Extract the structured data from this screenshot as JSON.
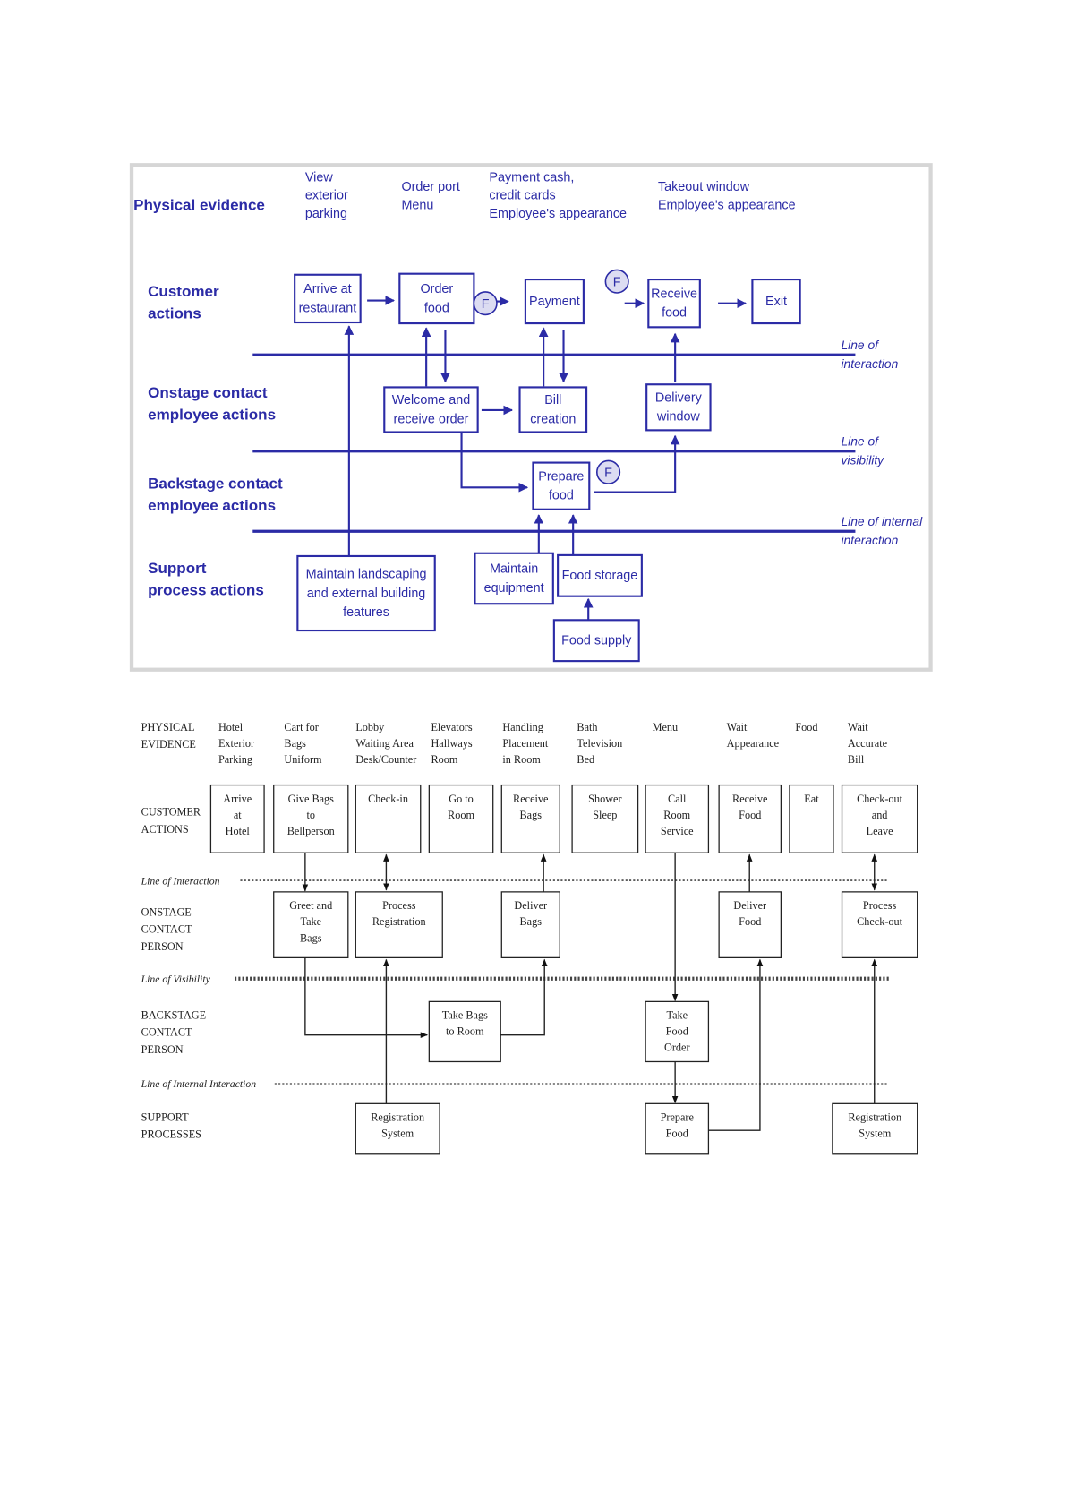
{
  "restaurant_blueprint": {
    "accent_color": "#2b2ba6",
    "physical_evidence_label": "Physical evidence",
    "physical_evidence": [
      [
        "View",
        "exterior",
        "parking"
      ],
      [
        "Order port",
        "Menu"
      ],
      [
        "Payment cash,",
        "credit cards",
        "Employee's appearance"
      ],
      [
        "Takeout window",
        "Employee's appearance"
      ]
    ],
    "lanes": [
      [
        "Customer",
        "actions"
      ],
      [
        "Onstage contact",
        "employee actions"
      ],
      [
        "Backstage contact",
        "employee actions"
      ],
      [
        "Support",
        "process actions"
      ]
    ],
    "lines": [
      [
        "Line of",
        "interaction"
      ],
      [
        "Line of",
        "visibility"
      ],
      [
        "Line of internal",
        "interaction"
      ]
    ],
    "fail_point_label": "F",
    "boxes": {
      "arrive": [
        "Arrive at",
        "restaurant"
      ],
      "order": [
        "Order",
        "food"
      ],
      "payment": [
        "Payment"
      ],
      "receive": [
        "Receive",
        "food"
      ],
      "exit": [
        "Exit"
      ],
      "welcome": [
        "Welcome and",
        "receive order"
      ],
      "bill": [
        "Bill",
        "creation"
      ],
      "delivery": [
        "Delivery",
        "window"
      ],
      "prepare": [
        "Prepare",
        "food"
      ],
      "landscaping": [
        "Maintain landscaping",
        "and external building",
        "features"
      ],
      "equipment": [
        "Maintain",
        "equipment"
      ],
      "storage": [
        "Food storage"
      ],
      "supply": [
        "Food supply"
      ]
    }
  },
  "hotel_blueprint": {
    "lanes": [
      [
        "PHYSICAL",
        "EVIDENCE"
      ],
      [
        "CUSTOMER",
        "ACTIONS"
      ],
      [
        "ONSTAGE",
        "CONTACT",
        "PERSON"
      ],
      [
        "BACKSTAGE",
        "CONTACT",
        "PERSON"
      ],
      [
        "SUPPORT",
        "PROCESSES"
      ]
    ],
    "physical_evidence": [
      [
        "Hotel",
        "Exterior",
        "Parking"
      ],
      [
        "Cart for",
        "Bags",
        "Uniform"
      ],
      [
        "Lobby",
        "Waiting Area",
        "Desk/Counter"
      ],
      [
        "Elevators",
        "Hallways",
        "Room"
      ],
      [
        "Handling",
        "Placement",
        "in Room"
      ],
      [
        "Bath",
        "Television",
        "Bed"
      ],
      [
        "Menu"
      ],
      [
        "Wait",
        "Appearance"
      ],
      [
        "Food"
      ],
      [
        "Wait",
        "Accurate",
        "Bill"
      ]
    ],
    "lines": [
      "Line of Interaction",
      "Line of Visibility",
      "Line of Internal Interaction"
    ],
    "boxes": {
      "arrive": [
        "Arrive",
        "at",
        "Hotel"
      ],
      "give_bags": [
        "Give Bags",
        "to",
        "Bellperson"
      ],
      "checkin": [
        "Check-in"
      ],
      "go_room": [
        "Go to",
        "Room"
      ],
      "receive_bags": [
        "Receive",
        "Bags"
      ],
      "shower": [
        "Shower",
        "Sleep"
      ],
      "call_service": [
        "Call",
        "Room",
        "Service"
      ],
      "receive_food": [
        "Receive",
        "Food"
      ],
      "eat": [
        "Eat"
      ],
      "checkout": [
        "Check-out",
        "and",
        "Leave"
      ],
      "greet": [
        "Greet and",
        "Take",
        "Bags"
      ],
      "process_reg": [
        "Process",
        "Registration"
      ],
      "deliver_bags": [
        "Deliver",
        "Bags"
      ],
      "deliver_food": [
        "Deliver",
        "Food"
      ],
      "process_checkout": [
        "Process",
        "Check-out"
      ],
      "take_bags": [
        "Take Bags",
        "to Room"
      ],
      "take_order": [
        "Take",
        "Food",
        "Order"
      ],
      "reg_system_1": [
        "Registration",
        "System"
      ],
      "prepare_food": [
        "Prepare",
        "Food"
      ],
      "reg_system_2": [
        "Registration",
        "System"
      ]
    }
  }
}
